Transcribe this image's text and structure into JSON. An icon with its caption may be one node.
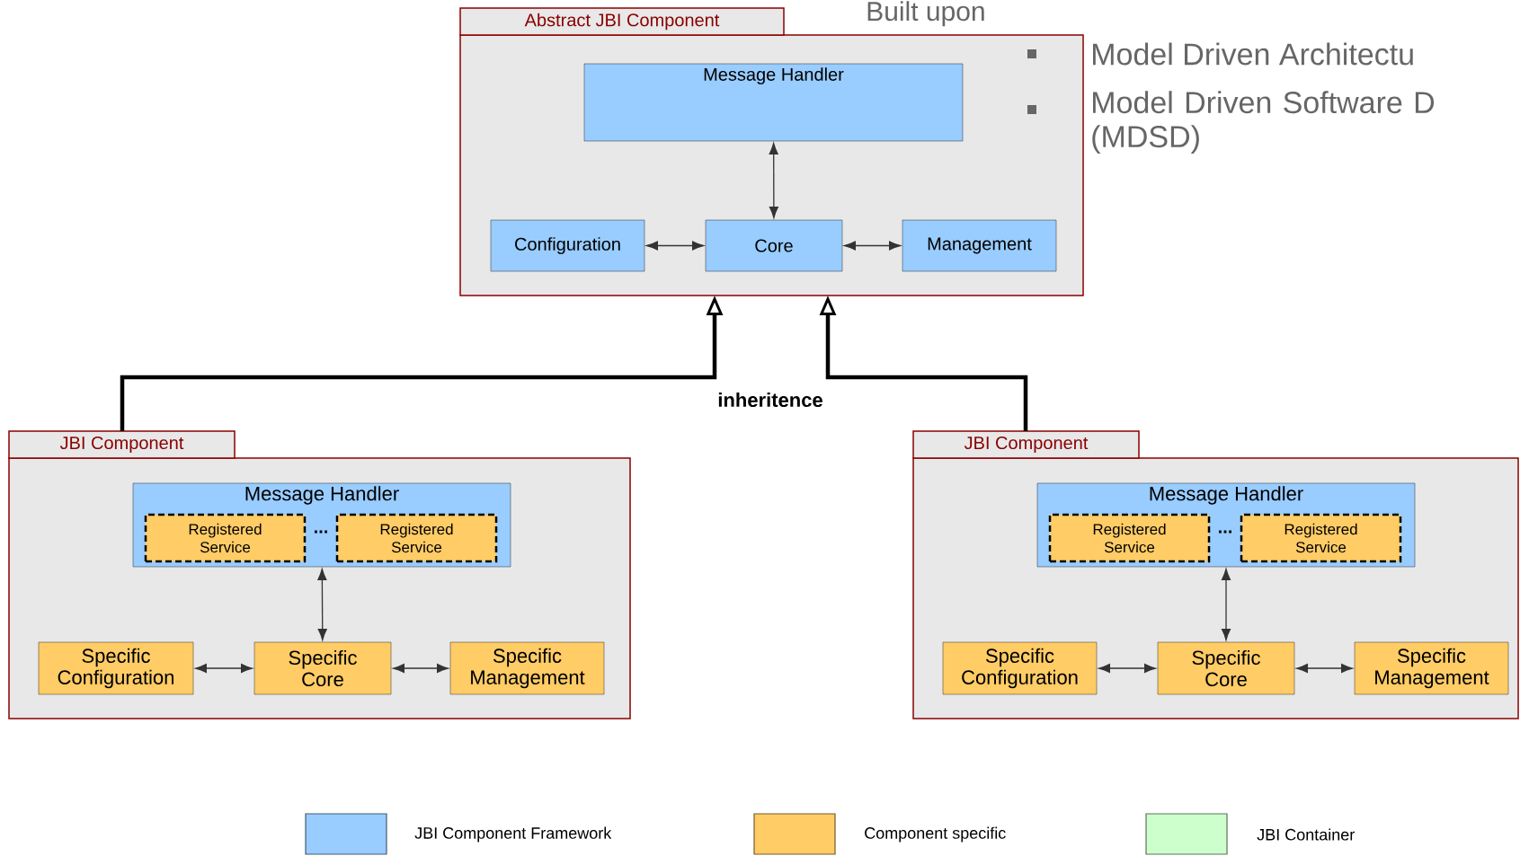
{
  "diagram": {
    "nodes": [
      {
        "text": [
          "Abstract JBI Component"
        ]
      },
      {
        "text": [
          "Message Handler"
        ],
        "in": 0
      },
      {
        "text": [
          "Configuration"
        ],
        "in": 0
      },
      {
        "text": [
          "Core"
        ],
        "in": 0
      },
      {
        "text": [
          "Management"
        ],
        "in": 0
      },
      {
        "text": [
          "JBI Component"
        ]
      },
      {
        "text": [
          "Message Handler"
        ],
        "in": 5
      },
      {
        "text": [
          "Registered Service"
        ],
        "in": 6
      },
      {
        "text": [
          "Registered Service"
        ],
        "in": 6
      },
      {
        "text": [
          "Specific Configuration"
        ],
        "in": 5
      },
      {
        "text": [
          "Specific Core"
        ],
        "in": 5
      },
      {
        "text": [
          "Specific Management"
        ],
        "in": 5
      },
      {
        "text": [
          "JBI Component"
        ]
      },
      {
        "text": [
          "Message Handler"
        ],
        "in": 12
      },
      {
        "text": [
          "Registered Service"
        ],
        "in": 13
      },
      {
        "text": [
          "Registered Service"
        ],
        "in": 13
      },
      {
        "text": [
          "Specific Configuration"
        ],
        "in": 12
      },
      {
        "text": [
          "Specific Core"
        ],
        "in": 12
      },
      {
        "text": [
          "Specific Management"
        ],
        "in": 12
      }
    ],
    "edges": [
      {
        "from": 1,
        "to": 3,
        "arrow": "both"
      },
      {
        "from": 2,
        "to": 3,
        "arrow": "both"
      },
      {
        "from": 3,
        "to": 4,
        "arrow": "both"
      },
      {
        "from": 5,
        "to": 0,
        "arrow": "to",
        "style": "thick",
        "color": "#000000"
      },
      {
        "from": 12,
        "to": 0,
        "arrow": "to",
        "style": "thick",
        "color": "#000000"
      },
      {
        "from": 6,
        "to": 10,
        "arrow": "both"
      },
      {
        "from": 9,
        "to": 10,
        "arrow": "both"
      },
      {
        "from": 10,
        "to": 11,
        "arrow": "both"
      },
      {
        "from": 13,
        "to": 17,
        "arrow": "both"
      },
      {
        "from": 16,
        "to": 17,
        "arrow": "both"
      },
      {
        "from": 17,
        "to": 18,
        "arrow": "both"
      }
    ],
    "labels": [
      "Built upon",
      "Model Driven Architectu",
      "Model Driven Software D (MDSD)",
      "inheritence",
      "...",
      "..."
    ],
    "legend": [
      {
        "text": "JBI Component Framework",
        "color": "#99ccff"
      },
      {
        "text": "Component specific",
        "color": "#ffcc66"
      },
      {
        "text": "JBI Container",
        "color": "#ccffcc"
      }
    ]
  }
}
